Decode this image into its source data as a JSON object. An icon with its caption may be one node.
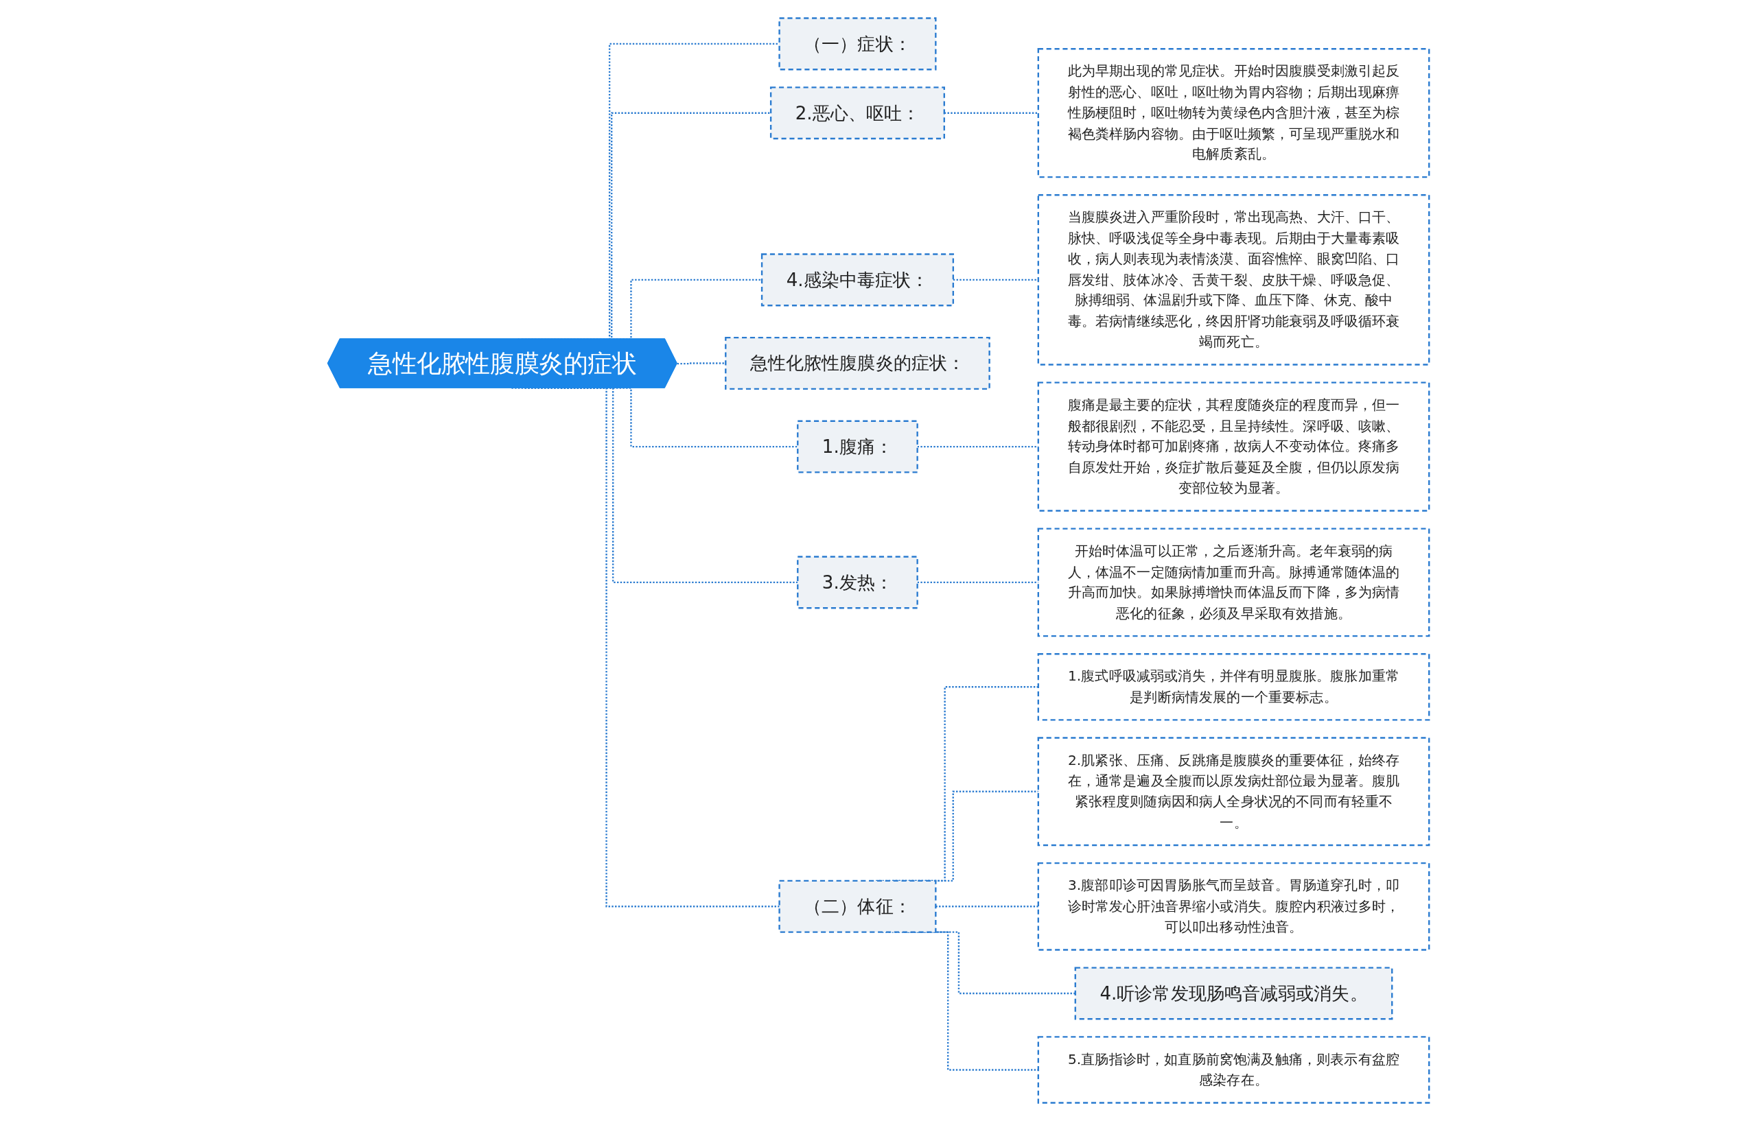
{
  "diagram": {
    "nodes": [
      {
        "text": [
          "急性化脓性腹膜炎的症状"
        ]
      },
      {
        "text": [
          "（一）症状："
        ]
      },
      {
        "text": [
          "2.恶心、呕吐："
        ]
      },
      {
        "text": [
          "此为早期出现的常见症状。开始时因腹膜受刺激引起反射性的恶心、呕吐，呕吐物为胃内容物；后期出现麻痹性肠梗阻时，呕吐物转为黄绿色内含胆汁液，甚至为棕褐色粪样肠内容物。由于呕吐频繁，可呈现严重脱水和电解质紊乱。"
        ]
      },
      {
        "text": [
          "4.感染中毒症状："
        ]
      },
      {
        "text": [
          "当腹膜炎进入严重阶段时，常出现高热、大汗、口干、脉快、呼吸浅促等全身中毒表现。后期由于大量毒素吸收，病人则表现为表情淡漠、面容憔悴、眼窝凹陷、口唇发绀、肢体冰冷、舌黄干裂、皮肤干燥、呼吸急促、脉搏细弱、体温剧升或下降、血压下降、休克、酸中毒。若病情继续恶化，终因肝肾功能衰弱及呼吸循环衰竭而死亡。"
        ]
      },
      {
        "text": [
          "急性化脓性腹膜炎的症状："
        ]
      },
      {
        "text": [
          "1.腹痛："
        ]
      },
      {
        "text": [
          "腹痛是最主要的症状，其程度随炎症的程度而异，但一般都很剧烈，不能忍受，且呈持续性。深呼吸、咳嗽、转动身体时都可加剧疼痛，故病人不变动体位。疼痛多自原发灶开始，炎症扩散后蔓延及全腹，但仍以原发病变部位较为显著。"
        ]
      },
      {
        "text": [
          "3.发热："
        ]
      },
      {
        "text": [
          "开始时体温可以正常，之后逐渐升高。老年衰弱的病人，体温不一定随病情加重而升高。脉搏通常随体温的升高而加快。如果脉搏增快而体温反而下降，多为病情恶化的征象，必须及早采取有效措施。"
        ]
      },
      {
        "text": [
          "（二）体征："
        ]
      },
      {
        "text": [
          "1.腹式呼吸减弱或消失，并伴有明显腹胀。腹胀加重常是判断病情发展的一个重要标志。"
        ]
      },
      {
        "text": [
          "2.肌紧张、压痛、反跳痛是腹膜炎的重要体征，始终存在，通常是遍及全腹而以原发病灶部位最为显著。腹肌紧张程度则随病因和病人全身状况的不同而有轻重不一。"
        ]
      },
      {
        "text": [
          "3.腹部叩诊可因胃肠胀气而呈鼓音。胃肠道穿孔时，叩诊时常发心肝浊音界缩小或消失。腹腔内积液过多时，可以叩出移动性浊音。"
        ]
      },
      {
        "text": [
          "4.听诊常发现肠鸣音减弱或消失。"
        ]
      },
      {
        "text": [
          "5.直肠指诊时，如直肠前窝饱满及触痛，则表示有盆腔感染存在。"
        ]
      }
    ],
    "edges": [
      {
        "from": 0,
        "to": 1,
        "arrow": "none",
        "style": "dashed"
      },
      {
        "from": 0,
        "to": 2,
        "arrow": "none",
        "style": "dashed"
      },
      {
        "from": 2,
        "to": 3,
        "arrow": "none",
        "style": "dashed"
      },
      {
        "from": 0,
        "to": 4,
        "arrow": "none",
        "style": "dashed"
      },
      {
        "from": 4,
        "to": 5,
        "arrow": "none",
        "style": "dashed"
      },
      {
        "from": 0,
        "to": 6,
        "arrow": "none",
        "style": "dashed"
      },
      {
        "from": 0,
        "to": 7,
        "arrow": "none",
        "style": "dashed"
      },
      {
        "from": 7,
        "to": 8,
        "arrow": "none",
        "style": "dashed"
      },
      {
        "from": 0,
        "to": 9,
        "arrow": "none",
        "style": "dashed"
      },
      {
        "from": 9,
        "to": 10,
        "arrow": "none",
        "style": "dashed"
      },
      {
        "from": 0,
        "to": 11,
        "arrow": "none",
        "style": "dashed"
      },
      {
        "from": 11,
        "to": 12,
        "arrow": "none",
        "style": "dashed"
      },
      {
        "from": 11,
        "to": 13,
        "arrow": "none",
        "style": "dashed"
      },
      {
        "from": 11,
        "to": 14,
        "arrow": "none",
        "style": "dashed"
      },
      {
        "from": 11,
        "to": 15,
        "arrow": "none",
        "style": "dashed"
      },
      {
        "from": 11,
        "to": 16,
        "arrow": "none",
        "style": "dashed"
      }
    ]
  }
}
